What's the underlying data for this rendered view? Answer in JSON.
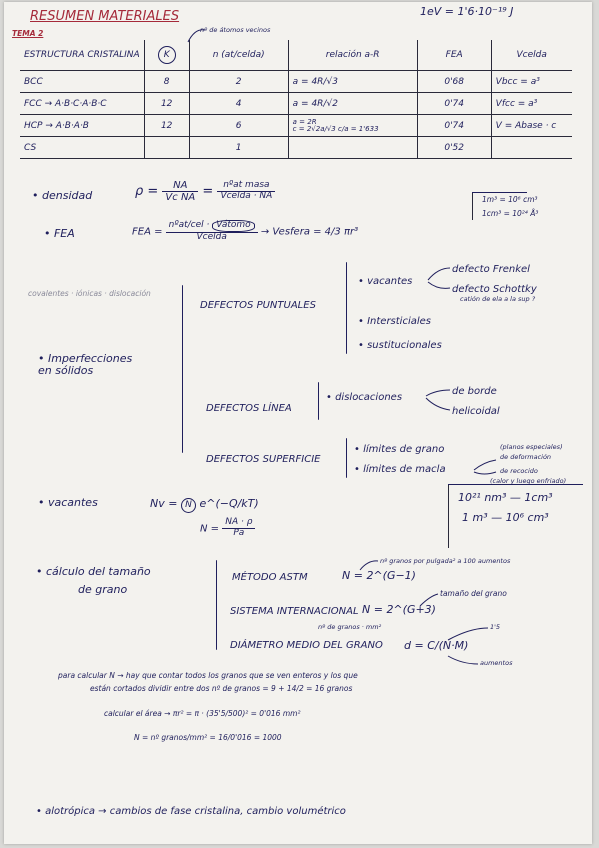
{
  "header": {
    "title": "RESUMEN MATERIALES",
    "subtitle": "TEMA 2",
    "unit": "1eV = 1'6·10⁻¹⁹ J",
    "annotation": "nº de átomos vecinos"
  },
  "crystal_table": {
    "columns": [
      "ESTRUCTURA CRISTALINA",
      "K",
      "n (at/celda)",
      "relación a-R",
      "FEA",
      "Vcelda"
    ],
    "rows": [
      {
        "est": "BCC",
        "k": "8",
        "n": "2",
        "rel": "a = 4R/√3",
        "rel2": "",
        "fea": "0'68",
        "vol": "Vbcc = a³"
      },
      {
        "est": "FCC → A·B·C·A·B·C",
        "k": "12",
        "n": "4",
        "rel": "a = 4R/√2",
        "rel2": "",
        "fea": "0'74",
        "vol": "Vfcc = a³"
      },
      {
        "est": "HCP → A·B·A·B",
        "k": "12",
        "n": "6",
        "rel": "a = 2R",
        "rel2": "c = 2√2a/√3   c/a = 1'633",
        "fea": "0'74",
        "vol": "V = Abase · c"
      },
      {
        "est": "CS",
        "k": "",
        "n": "1",
        "rel": "",
        "rel2": "",
        "fea": "0'52",
        "vol": ""
      }
    ]
  },
  "densidad": {
    "label": "• densidad",
    "lhs": "ρ =",
    "num": "NA",
    "den": "Vc NA",
    "eq": "=",
    "num2": "nºat masa",
    "den2": "Vcelda · NA",
    "conv1": "1m³ = 10⁶ cm³",
    "conv2": "1cm³ = 10²⁴ Å³"
  },
  "fea": {
    "label": "• FEA",
    "lhs": "FEA =",
    "num_a": "nºat/cel ·",
    "num_b": "Vátomo",
    "den": "Vcelda",
    "rhs": "→ Vesfera = 4/3 πr³"
  },
  "imperfecciones": {
    "margin_note": "covalentes · iónicas · dislocación",
    "label": "• Imperfecciones en sólidos",
    "puntuales": "DEFECTOS PUNTUALES",
    "vacantes": "• vacantes",
    "frenkel": "defecto Frenkel",
    "schottky": "defecto Schottky",
    "schottky_note": "catión de ela a la sup ?",
    "intersticiales": "• Intersticiales",
    "sustitucionales": "• sustitucionales",
    "linea": "DEFECTOS LÍNEA",
    "dislocaciones": "• dislocaciones",
    "de_borde": "de borde",
    "helicoidal": "helicoidal",
    "superficie": "DEFECTOS SUPERFICIE",
    "limites_grano": "• límites de grano",
    "maclas": "• límites de macla",
    "maclas_note1": "(planos especiales)",
    "maclas_note2": "de deformación",
    "maclas_note3": "de recocido",
    "maclas_note4": "(calor y luego enfriado)"
  },
  "vacantes": {
    "label": "• vacantes",
    "eq1_lhs": "Nv =",
    "eq1_circ": "N",
    "eq1_exp": "e^(−Q/kT)",
    "eq2_lhs": "N =",
    "eq2_num": "NA · ρ",
    "eq2_den": "Pa",
    "conv1": "10²¹ nm³ — 1cm³",
    "conv2": "1 m³ — 10⁶ cm³"
  },
  "grano": {
    "label1": "• cálculo del tamaño",
    "label2": "de grano",
    "astm": "MÉTODO ASTM",
    "astm_eq": "N = 2^(G−1)",
    "astm_note": "nº granos por pulgada² a 100 aumentos",
    "si": "SISTEMA INTERNACIONAL",
    "si_eq": "N = 2^(G+3)",
    "si_note": "tamaño del grano",
    "si_note2": "nº de granos · mm²",
    "diam": "DIÁMETRO MEDIO DEL GRANO",
    "diam_eq": "d = C/(N·M)",
    "diam_note1": "1'5",
    "diam_note2": "aumentos"
  },
  "calc": {
    "line1": "para calcular N → hay que contar todos los granos que se ven enteros y los que",
    "line2": "están cortados dividir entre dos     nº de granos = 9 + 14/2 = 16 granos",
    "area": "calcular el área → πr² = π · (35'5/500)² = 0'016 mm²",
    "result": "N = nº granos/mm² = 16/0'016 = 1000"
  },
  "alotropica": {
    "text": "• alotrópica → cambios de fase cristalina, cambio volumétrico"
  }
}
